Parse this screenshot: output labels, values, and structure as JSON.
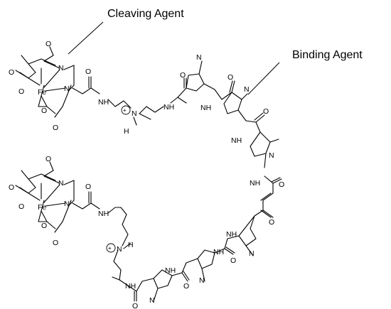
{
  "labels": {
    "cleaving_agent": "Cleaving Agent",
    "binding_agent": "Binding Agent"
  },
  "atoms": {
    "iron": "Fe",
    "nitrogen": "N",
    "oxygen": "O",
    "amide_nh": "NH",
    "ammonium_h": "H",
    "charge": "+"
  }
}
